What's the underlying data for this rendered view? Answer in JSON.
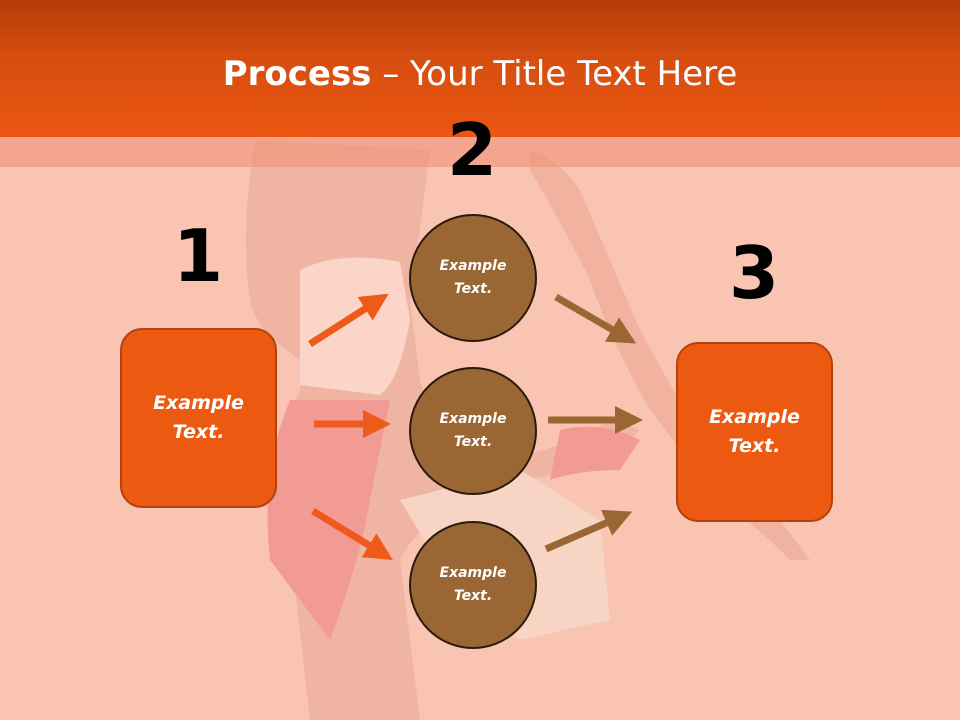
{
  "slide": {
    "title_bold": "Process",
    "title_rest": " – Your Title Text Here"
  },
  "steps": {
    "one": {
      "number": "1",
      "text": "Example Text."
    },
    "two": {
      "number": "2"
    },
    "three": {
      "number": "3",
      "text": "Example Text."
    }
  },
  "circles": [
    {
      "text": "Example Text."
    },
    {
      "text": "Example Text."
    },
    {
      "text": "Example Text."
    }
  ],
  "colors": {
    "header": "#ec5612",
    "box_fill": "#ec5a12",
    "circle_fill": "#9a6634",
    "arrow_left": "#ee5a1a",
    "arrow_right": "#9a6634"
  },
  "background_image": "dancer-photo"
}
